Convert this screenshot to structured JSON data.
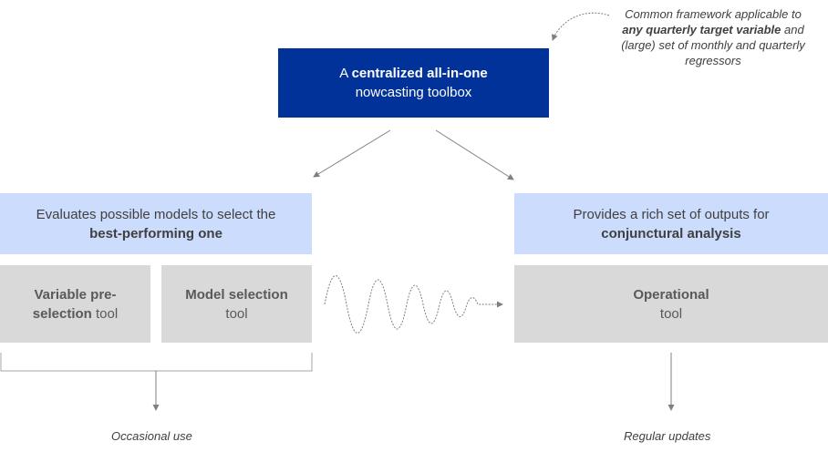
{
  "framework_note": {
    "line1": "Common framework applicable to",
    "line2_bold": "any quarterly target variable",
    "line2_rest": " and",
    "line3": "(large) set of monthly and quarterly",
    "line4": "regressors"
  },
  "central_box": {
    "line1_plain": "A ",
    "line1_bold": "centralized all-in-one",
    "line2": "nowcasting toolbox"
  },
  "left_header": {
    "line1": "Evaluates possible models to select the",
    "line2_bold": "best-performing one"
  },
  "right_header": {
    "line1": "Provides a rich set of outputs for",
    "line2_bold": "conjunctural analysis"
  },
  "variable_tool": {
    "line1_bold": "Variable pre-",
    "line2_bold": "selection",
    "line2_rest": " tool"
  },
  "model_tool": {
    "line1_bold": "Model selection",
    "line2": "tool"
  },
  "operational_tool": {
    "line1_bold": "Operational",
    "line2": "tool"
  },
  "captions": {
    "left": "Occasional use",
    "right": "Regular updates"
  },
  "colors": {
    "central_fill": "#003299",
    "header_fill": "#ccdcfc",
    "tool_fill": "#d9d9d9",
    "connector": "#7f7f7f"
  }
}
